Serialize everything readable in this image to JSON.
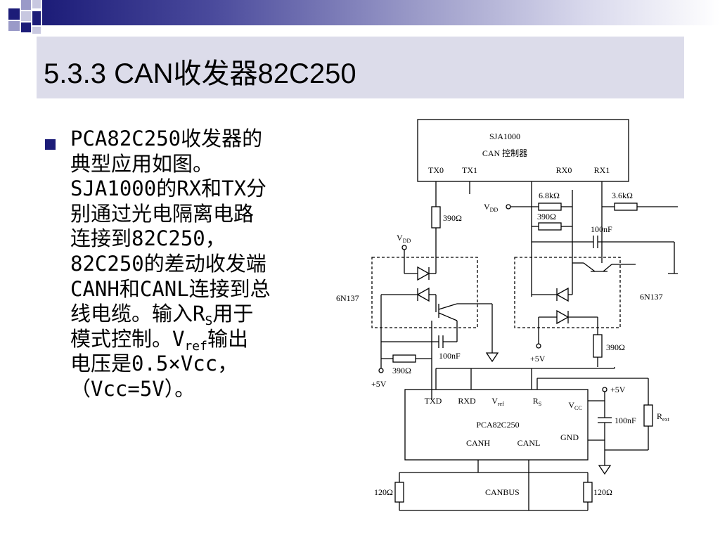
{
  "slide": {
    "title": "5.3.3 CAN收发器82C250",
    "body": {
      "line1": "PCA82C250收发器的",
      "line2": "典型应用如图。",
      "line3": "SJA1000的RX和TX分",
      "line4": "别通过光电隔离电路",
      "line5": "连接到82C250，",
      "line6": "82C250的差动收发端",
      "line7": "CANH和CANL连接到总",
      "line8_a": "线电缆。输入R",
      "line8_sub": "S",
      "line8_b": "用于",
      "line9_a": "模式控制。V",
      "line9_sub": "ref",
      "line9_b": "输出",
      "line10": "电压是0.5×Vcc，",
      "line11": "（Vcc=5V）。"
    },
    "colors": {
      "accent": "#1c1c78",
      "title_band": "#dcdcea"
    }
  },
  "diagram": {
    "sja": {
      "name": "SJA1000",
      "sub": "CAN 控制器",
      "tx0": "TX0",
      "tx1": "TX1",
      "rx0": "RX0",
      "rx1": "RX1"
    },
    "labels": {
      "vdd_right": "V",
      "vdd_right_sub": "DD",
      "vdd_left": "V",
      "vdd_left_sub": "DD",
      "r68k": "6.8kΩ",
      "r36k": "3.6kΩ",
      "r390_top": "390Ω",
      "r390_left": "390Ω",
      "c100_top": "100nF",
      "opto_left": "6N137",
      "opto_right": "6N137",
      "c100_mid": "100nF",
      "r390_bottom": "390Ω",
      "plus5v_left": "+5V",
      "plus5v_mid": "+5V",
      "r390_right": "390Ω",
      "plus5v_right": "+5V",
      "c100_right": "100nF",
      "rext": "R",
      "rext_sub": "ext",
      "r120_left": "120Ω",
      "r120_right": "120Ω",
      "canbus": "CANBUS"
    },
    "pca": {
      "name": "PCA82C250",
      "txd": "TXD",
      "rxd": "RXD",
      "vref": "V",
      "vref_sub": "ref",
      "rs": "R",
      "rs_sub": "S",
      "vcc": "V",
      "vcc_sub": "CC",
      "gnd": "GND",
      "canh": "CANH",
      "canl": "CANL"
    }
  }
}
